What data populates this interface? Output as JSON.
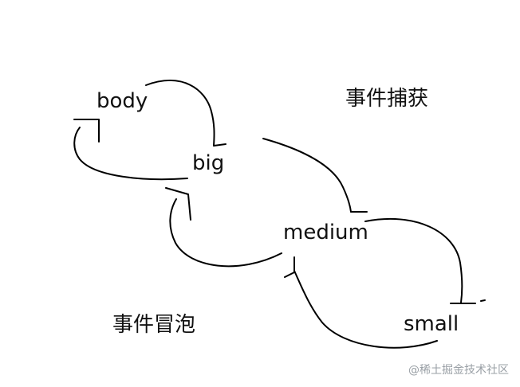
{
  "nodes": {
    "body": "body",
    "big": "big",
    "medium": "medium",
    "small": "small"
  },
  "phases": {
    "capture": "事件捕获",
    "bubble": "事件冒泡"
  },
  "watermark": "@稀土掘金技术社区",
  "colors": {
    "stroke": "#000000",
    "text": "#111111",
    "watermark": "#9aa0a6"
  }
}
